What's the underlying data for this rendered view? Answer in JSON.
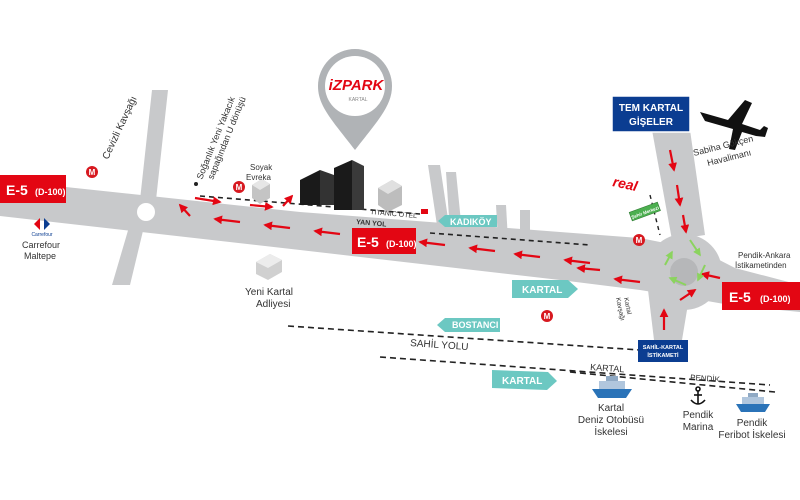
{
  "colors": {
    "road": "#c8c9cb",
    "road_edge": "#b2b3b5",
    "e5_red": "#e30613",
    "teal": "#6cc8c2",
    "navy": "#0b3d91",
    "arrow_red": "#e30613",
    "arrow_green": "#8bd35e",
    "metro_red": "#d71920",
    "text": "#333333"
  },
  "brand": {
    "logo_text": "iZPARK",
    "logo_sub": "KARTAL"
  },
  "highway_signs": {
    "west": {
      "code": "E-5",
      "name": "(D-100)"
    },
    "center": {
      "code": "E-5",
      "name": "(D-100)"
    },
    "east": {
      "code": "E-5",
      "name": "(D-100)"
    }
  },
  "direction_signs": {
    "kadikoy": "KADIKÖY",
    "kartal_upper": "KARTAL",
    "bostanci": "BOSTANCI",
    "kartal_lower": "KARTAL"
  },
  "tem_sign": {
    "line1": "TEM KARTAL",
    "line2": "GİŞELER"
  },
  "sahil_sign": {
    "line1": "SAHİL-KARTAL",
    "line2": "İSTİKAMETİ"
  },
  "labels": {
    "cevizli": "Cevizli Kavşağı",
    "carrefour": {
      "brand": "Carrefour",
      "line1": "Carrefour",
      "line2": "Maltepe"
    },
    "sogutlu": {
      "line1": "Soğanlık Yeni Yakacık",
      "line2": "sapağından U dönüşü"
    },
    "soyak": {
      "line1": "Soyak",
      "line2": "Evreka"
    },
    "titanic": "TITANIC OTEL",
    "yan_yol": "YAN YOL",
    "adliye": {
      "line1": "Yeni Kartal",
      "line2": "Adliyesi"
    },
    "real": "real",
    "sabiha": {
      "line1": "Sabiha Gökçen",
      "line2": "Havalimanı"
    },
    "pendik_ankara": {
      "line1": "Pendik-Ankara",
      "line2": "İstikametinden"
    },
    "kartal_kavsagi": {
      "line1": "Kartal",
      "line2": "Kavşağı"
    },
    "sahil_yolu": "SAHİL YOLU",
    "kartal_coast": "KARTAL",
    "pendik_coast": "PENDİK",
    "kartal_iskele": {
      "line1": "Kartal",
      "line2": "Deniz Otobüsü",
      "line3": "İskelesi"
    },
    "pendik_marina": {
      "line1": "Pendik",
      "line2": "Marina"
    },
    "pendik_feribot": {
      "line1": "Pendik",
      "line2": "Feribot İskelesi"
    },
    "green_sign": "Şehir Merkezi"
  },
  "icons": {
    "metro": "metro-icon",
    "plane": "plane-icon",
    "anchor": "anchor-icon",
    "ship": "ship-icon",
    "map_pin": "map-pin-icon"
  }
}
